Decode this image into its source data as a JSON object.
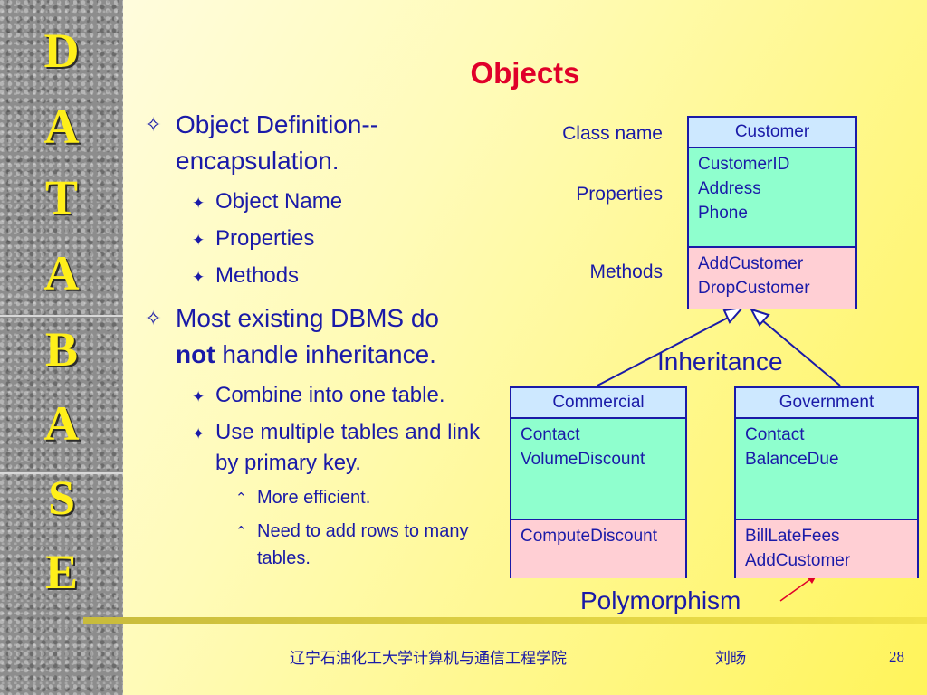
{
  "sidebar": {
    "letters": [
      "D",
      "A",
      "T",
      "A",
      "B",
      "A",
      "S",
      "E"
    ]
  },
  "slide": {
    "title": "Objects",
    "bullets": {
      "b1": {
        "marker": "✧",
        "text": "Object Definition--encapsulation."
      },
      "b1_1": {
        "marker": "✦",
        "text": "Object Name"
      },
      "b1_2": {
        "marker": "✦",
        "text": "Properties"
      },
      "b1_3": {
        "marker": "✦",
        "text": "Methods"
      },
      "b2": {
        "marker": "✧",
        "text_bold": "not",
        "text_pre": "Most existing DBMS do",
        "text_post": "handle inheritance."
      },
      "b2_1": {
        "marker": "✦",
        "text": "Combine into one table."
      },
      "b2_2": {
        "marker": "✦",
        "text": "Use multiple tables and link by primary key."
      },
      "b2_2_1": {
        "marker": "⌃",
        "text": "More efficient."
      },
      "b2_2_2": {
        "marker": "⌃",
        "text": "Need to add rows to many tables."
      }
    }
  },
  "diagram": {
    "labels": {
      "class_name": "Class name",
      "properties": "Properties",
      "methods": "Methods",
      "inheritance": "Inheritance",
      "polymorphism": "Polymorphism"
    },
    "customer": {
      "name": "Customer",
      "properties": [
        "CustomerID",
        "Address",
        "Phone"
      ],
      "methods": [
        "AddCustomer",
        "DropCustomer"
      ]
    },
    "commercial": {
      "name": "Commercial",
      "properties": [
        "Contact",
        "VolumeDiscount"
      ],
      "methods": [
        "ComputeDiscount"
      ]
    },
    "government": {
      "name": "Government",
      "properties": [
        "Contact",
        "BalanceDue"
      ],
      "methods": [
        "BillLateFees",
        "AddCustomer"
      ]
    }
  },
  "footer": {
    "institution": "辽宁石油化工大学计算机与通信工程学院",
    "author": "刘旸",
    "page_number": "28"
  },
  "colors": {
    "text": "#1a1aa8",
    "title": "#e0002a",
    "header_fill": "#cde8ff",
    "property_fill": "#8fffce",
    "method_fill": "#ffcfd4",
    "arrow": "#e0002a"
  }
}
